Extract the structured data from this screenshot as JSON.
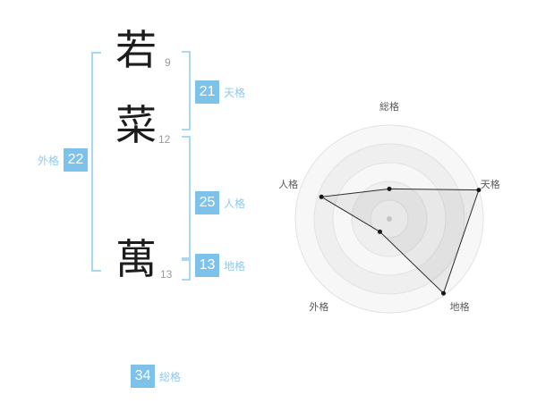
{
  "name": {
    "characters": [
      {
        "char": "若",
        "strokes": "9"
      },
      {
        "char": "菜",
        "strokes": "12"
      },
      {
        "char": "萬",
        "strokes": "13"
      }
    ]
  },
  "kaku": {
    "tenkaku": {
      "value": "21",
      "label": "天格"
    },
    "jinkaku": {
      "value": "25",
      "label": "人格"
    },
    "chikaku": {
      "value": "13",
      "label": "地格"
    },
    "gaikaku": {
      "value": "22",
      "label": "外格"
    },
    "soukaku": {
      "value": "34",
      "label": "総格"
    }
  },
  "colors": {
    "accent": "#7dc2ea",
    "bracket": "#a9d8f2",
    "label_text": "#8fcaee",
    "chart_line": "#2b2b2b",
    "chart_ring": "#e2e2e2"
  },
  "chart_data": {
    "type": "radar",
    "axes": [
      "総格",
      "天格",
      "地格",
      "外格",
      "人格"
    ],
    "values": [
      0.32,
      1.0,
      0.98,
      0.17,
      0.76
    ],
    "value_scale": "fraction_of_max_radius",
    "max": 1.0,
    "rings": 5,
    "start_angle_deg": 90,
    "direction": "clockwise",
    "grid": "concentric-circles",
    "legend": "none",
    "title": ""
  }
}
